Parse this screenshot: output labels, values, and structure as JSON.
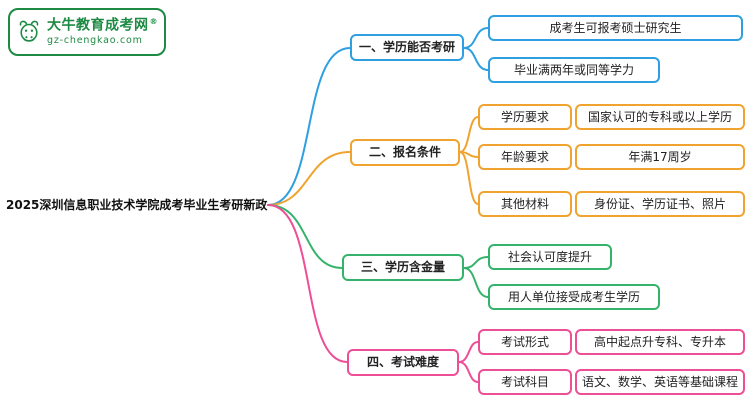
{
  "logo": {
    "brand": "大牛教育成考网",
    "registered": "®",
    "domain": "gz-chengkao.com",
    "color": "#1d8a43"
  },
  "root": {
    "title": "2025深圳信息职业技术学院成考毕业生考研新政"
  },
  "branches": [
    {
      "label": "一、学历能否考研",
      "color": "#2e9fe0",
      "children": [
        {
          "value": "成考生可报考硕士研究生"
        },
        {
          "value": "毕业满两年或同等学力"
        }
      ]
    },
    {
      "label": "二、报名条件",
      "color": "#f0a32f",
      "children": [
        {
          "label": "学历要求",
          "value": "国家认可的专科或以上学历"
        },
        {
          "label": "年龄要求",
          "value": "年满17周岁"
        },
        {
          "label": "其他材料",
          "value": "身份证、学历证书、照片"
        }
      ]
    },
    {
      "label": "三、学历含金量",
      "color": "#35b36b",
      "children": [
        {
          "value": "社会认可度提升"
        },
        {
          "value": "用人单位接受成考生学历"
        }
      ]
    },
    {
      "label": "四、考试难度",
      "color": "#ee4e96",
      "children": [
        {
          "label": "考试形式",
          "value": "高中起点升专科、专升本"
        },
        {
          "label": "考试科目",
          "value": "语文、数学、英语等基础课程"
        }
      ]
    }
  ]
}
